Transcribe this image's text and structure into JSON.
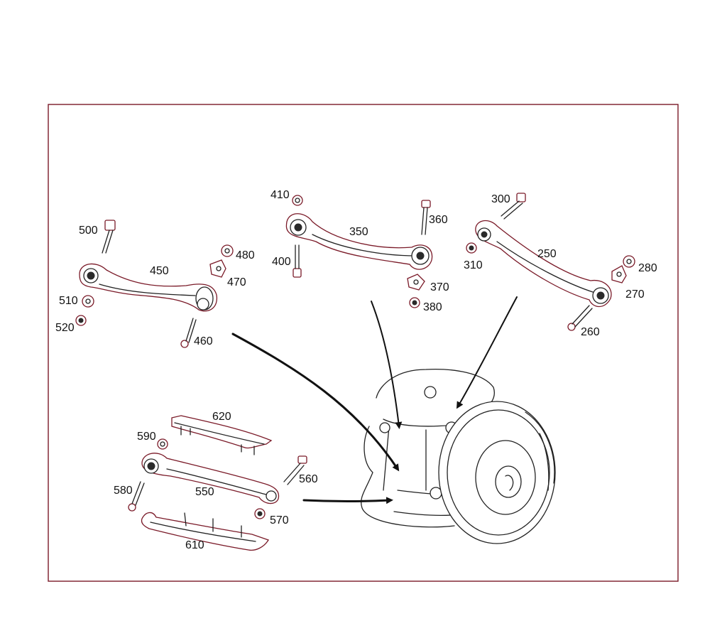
{
  "diagram": {
    "frame_color": "#7a1a28",
    "line_color": "#222222",
    "labels": [
      "250",
      "260",
      "270",
      "280",
      "300",
      "310",
      "350",
      "360",
      "370",
      "380",
      "400",
      "410",
      "450",
      "460",
      "470",
      "480",
      "500",
      "510",
      "520",
      "550",
      "560",
      "570",
      "580",
      "590",
      "610",
      "620"
    ]
  }
}
